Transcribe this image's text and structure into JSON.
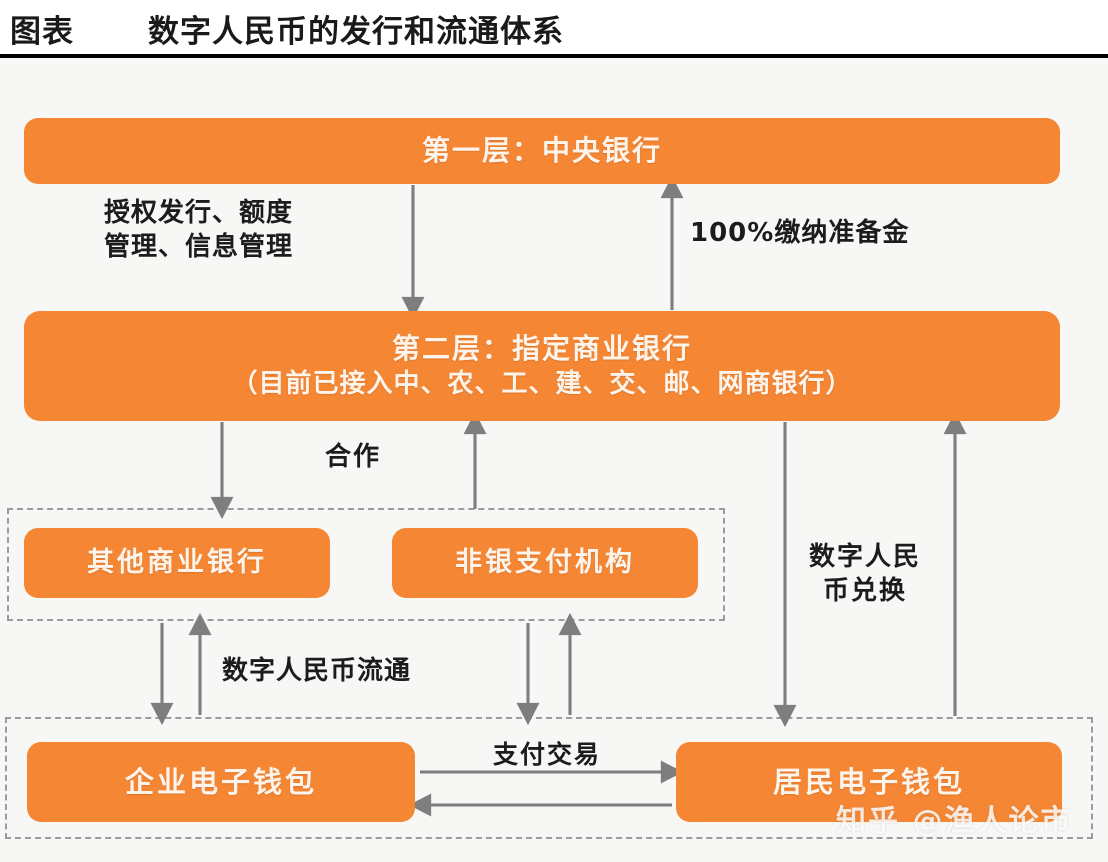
{
  "header": {
    "label": "图表",
    "title": "数字人民币的发行和流通体系",
    "rule_color": "#000000"
  },
  "colors": {
    "box_orange": "#f58634",
    "box_text": "#fdf4ec",
    "arrow_gray": "#7e7e7e",
    "dashed_gray": "#9b9b9b",
    "canvas_bg": "#f7f7f5",
    "label_text": "#1c1c1c"
  },
  "nodes": {
    "layer1": {
      "label": "第一层：中央银行"
    },
    "layer2": {
      "line1": "第二层：指定商业银行",
      "line2": "（目前已接入中、农、工、建、交、邮、网商银行）"
    },
    "other_bank": {
      "label": "其他商业银行"
    },
    "nonbank_payment": {
      "label": "非银支付机构"
    },
    "enterprise_wallet": {
      "label": "企业电子钱包"
    },
    "resident_wallet": {
      "label": "居民电子钱包"
    }
  },
  "edge_labels": {
    "authorize_issue": "授权发行、额度\n管理、信息管理",
    "reserve_100": "100%缴纳准备金",
    "cooperate": "合作",
    "digital_rmb_exchange": "数字人民\n币兑换",
    "digital_rmb_circulation": "数字人民币流通",
    "payment_transaction": "支付交易"
  },
  "edges": [
    {
      "from": "layer1",
      "to": "layer2",
      "direction": "down",
      "label": "授权发行、额度管理、信息管理"
    },
    {
      "from": "layer2",
      "to": "layer1",
      "direction": "up",
      "label": "100%缴纳准备金"
    },
    {
      "from": "layer2",
      "to": "other_bank",
      "direction": "down",
      "label": "合作"
    },
    {
      "from": "nonbank_payment",
      "to": "layer2",
      "direction": "up",
      "label": "合作"
    },
    {
      "from": "layer2",
      "to": "wallet_group",
      "direction": "down",
      "label": "数字人民币兑换"
    },
    {
      "from": "wallet_group",
      "to": "layer2",
      "direction": "up",
      "label": "数字人民币兑换"
    },
    {
      "from": "other_bank",
      "to": "enterprise_wallet",
      "direction": "down",
      "label": "数字人民币流通"
    },
    {
      "from": "enterprise_wallet",
      "to": "other_bank",
      "direction": "up",
      "label": "数字人民币流通"
    },
    {
      "from": "nonbank_payment",
      "to": "resident_wallet",
      "direction": "down",
      "label": "数字人民币流通"
    },
    {
      "from": "resident_wallet",
      "to": "nonbank_payment",
      "direction": "up",
      "label": "数字人民币流通"
    },
    {
      "from": "enterprise_wallet",
      "to": "resident_wallet",
      "direction": "right",
      "label": "支付交易"
    },
    {
      "from": "resident_wallet",
      "to": "enterprise_wallet",
      "direction": "left",
      "label": "支付交易"
    }
  ],
  "groups": {
    "middle": {
      "name": "intermediary-institutions-group",
      "style": "dashed"
    },
    "bottom": {
      "name": "end-user-wallets-group",
      "style": "dashed"
    }
  },
  "watermark": {
    "text": "知乎 @渔人论市"
  }
}
